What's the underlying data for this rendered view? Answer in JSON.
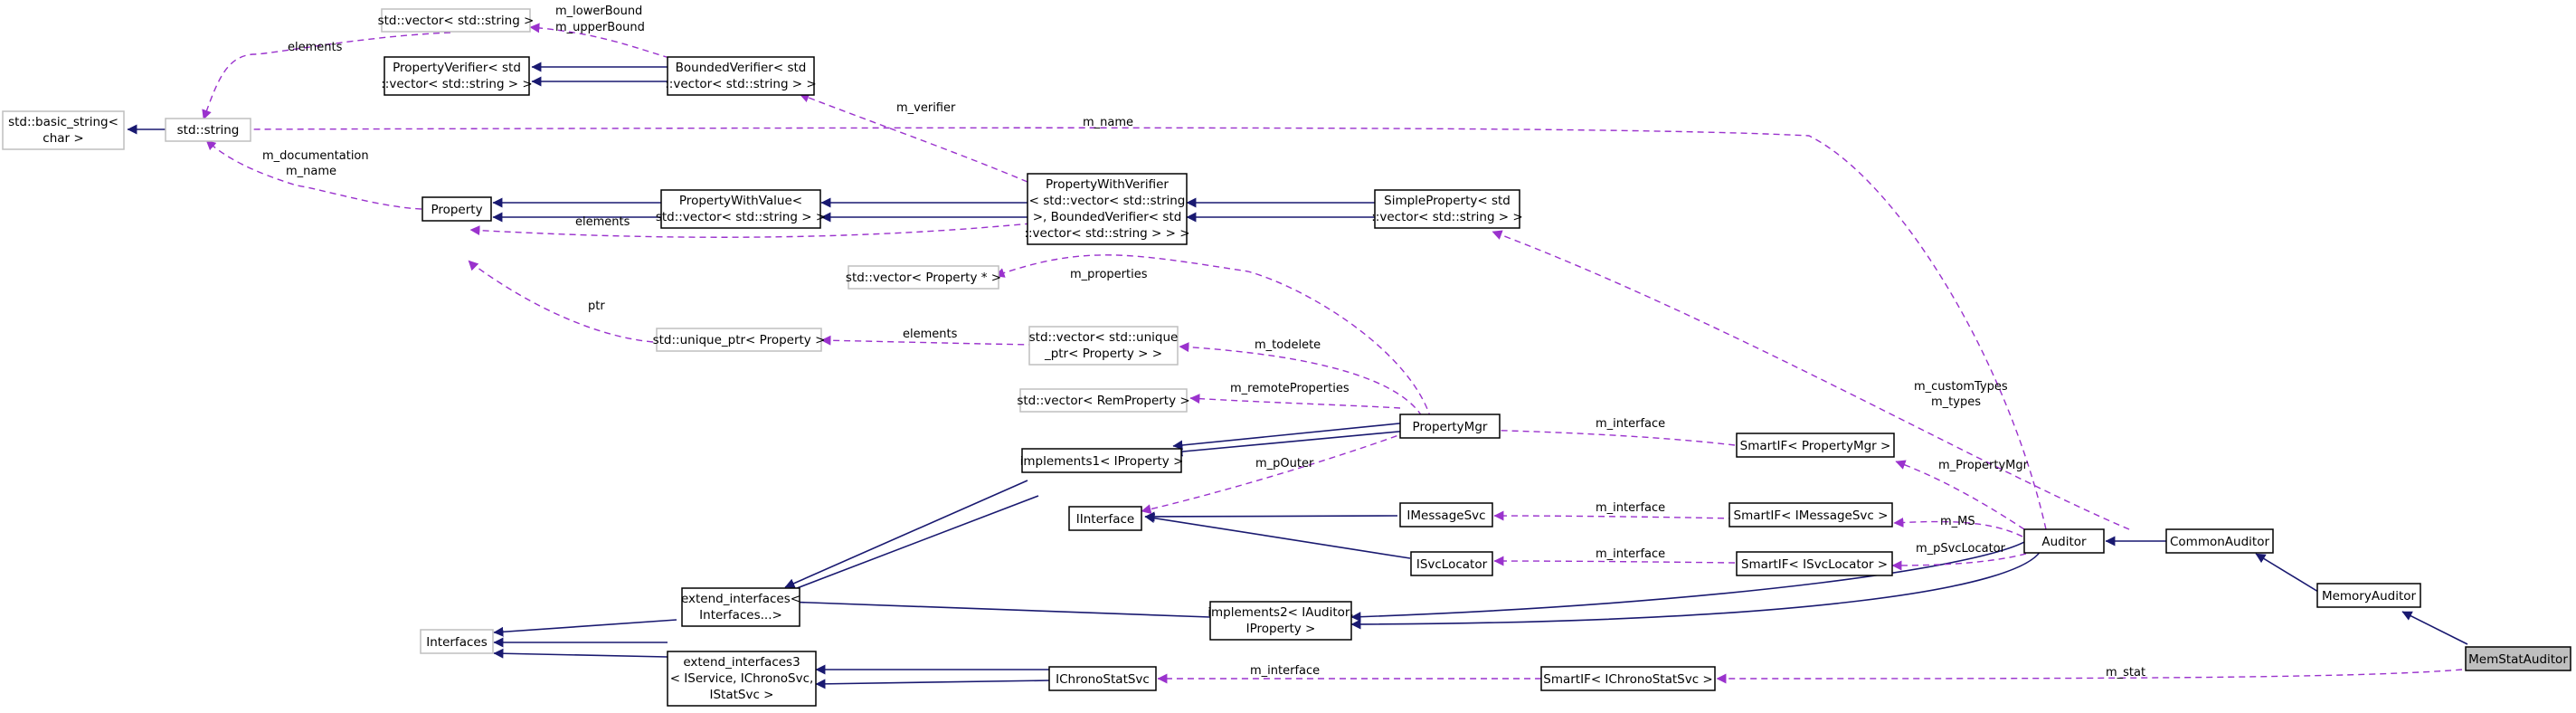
{
  "nodes": {
    "std_basic_string": [
      "std::basic_string<",
      "char >"
    ],
    "std_string": [
      "std::string"
    ],
    "vec_string": [
      "std::vector< std::string >"
    ],
    "propverifier": [
      "PropertyVerifier< std",
      "::vector< std::string > >"
    ],
    "boundedverifier": [
      "BoundedVerifier< std",
      "::vector< std::string > >"
    ],
    "property": [
      "Property"
    ],
    "propwithvalue": [
      "PropertyWithValue<",
      "std::vector< std::string > >"
    ],
    "propwithverifier": [
      "PropertyWithVerifier",
      "< std::vector< std::string",
      ">, BoundedVerifier< std",
      "::vector< std::string > > >"
    ],
    "simpleproperty": [
      "SimpleProperty< std",
      "::vector< std::string > >"
    ],
    "vec_property_ptr": [
      "std::vector< Property * >"
    ],
    "unique_ptr_property": [
      "std::unique_ptr< Property >"
    ],
    "vec_unique_ptr": [
      "std::vector< std::unique",
      "_ptr< Property > >"
    ],
    "vec_remproperty": [
      "std::vector< RemProperty >"
    ],
    "propertymgr": [
      "PropertyMgr"
    ],
    "implements1": [
      "implements1< IProperty >"
    ],
    "iinterface": [
      "IInterface"
    ],
    "imessagesvc": [
      "IMessageSvc"
    ],
    "isvclocator": [
      "ISvcLocator"
    ],
    "smartif_propertymgr": [
      "SmartIF< PropertyMgr >"
    ],
    "smartif_imessagesvc": [
      "SmartIF< IMessageSvc >"
    ],
    "smartif_isvclocator": [
      "SmartIF< ISvcLocator >"
    ],
    "auditor": [
      "Auditor"
    ],
    "commonauditor": [
      "CommonAuditor"
    ],
    "memoryauditor": [
      "MemoryAuditor"
    ],
    "memstatauditor": [
      "MemStatAuditor"
    ],
    "interfaces": [
      "Interfaces"
    ],
    "extend_interfaces": [
      "extend_interfaces<",
      "Interfaces...>"
    ],
    "extend_interfaces3": [
      "extend_interfaces3",
      "< IService, IChronoSvc,",
      "IStatSvc >"
    ],
    "implements2": [
      "implements2< IAuditor,",
      "IProperty >"
    ],
    "ichronostatsvc": [
      "IChronoStatSvc"
    ],
    "smartif_ichronostatsvc": [
      "SmartIF< IChronoStatSvc >"
    ]
  },
  "edge_labels": {
    "elements_top": "elements",
    "bounds": [
      "m_lowerBound",
      "m_upperBound"
    ],
    "m_verifier": "m_verifier",
    "m_name": "m_name",
    "doc_name": [
      "m_documentation",
      "m_name"
    ],
    "elements_mid": "elements",
    "m_properties": "m_properties",
    "ptr": "ptr",
    "elements_low": "elements",
    "m_todelete": "m_todelete",
    "m_remoteProperties": "m_remoteProperties",
    "m_pOuter": "m_pOuter",
    "m_interface_pm": "m_interface",
    "m_interface_ms": "m_interface",
    "m_interface_sl": "m_interface",
    "m_interface_cs": "m_interface",
    "custom_types": [
      "m_customTypes",
      "m_types"
    ],
    "m_PropertyMgr": "m_PropertyMgr",
    "m_MS": "m_MS",
    "m_pSvcLocator": "m_pSvcLocator",
    "m_stat": "m_stat"
  },
  "colors": {
    "inheritance_edge": "#191970",
    "usage_edge": "#9a32cd",
    "highlight_node": "#bfbfbf",
    "external_node_border": "#bfbfbf"
  }
}
